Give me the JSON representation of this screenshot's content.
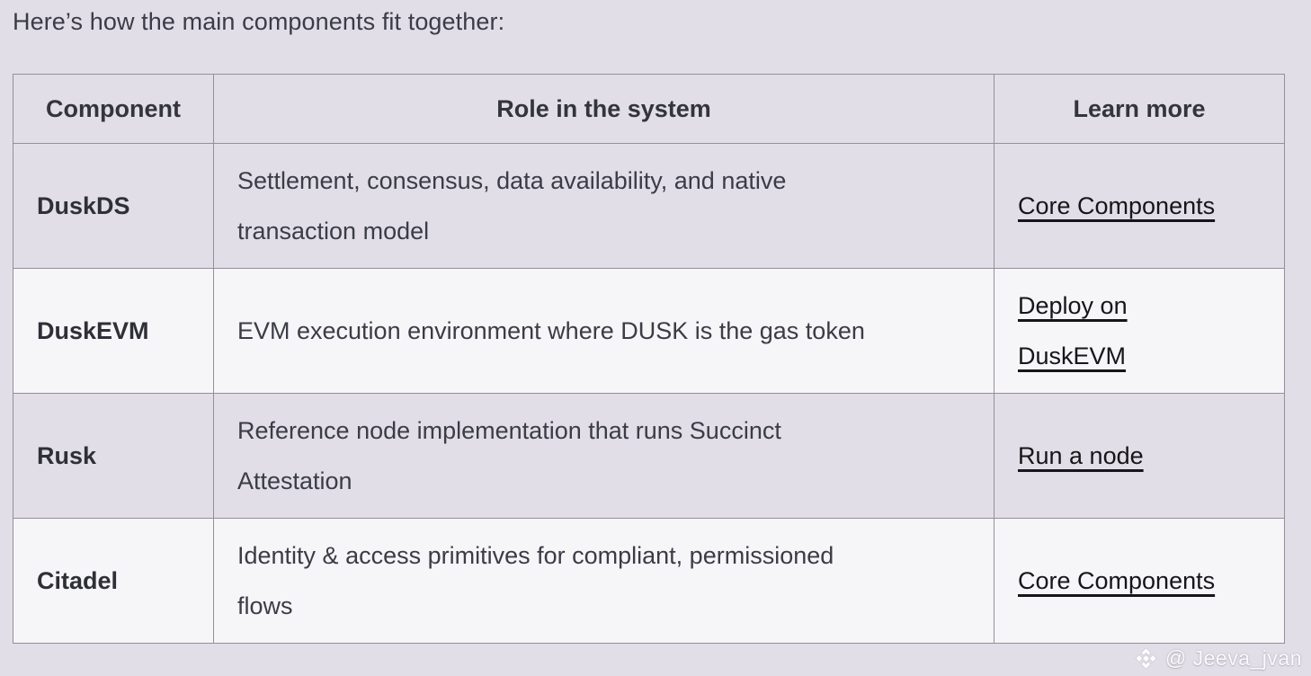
{
  "page": {
    "heading": "Here’s how the main components fit together:",
    "background_color": "#e1dee7",
    "row_alt_color": "#f6f5f8",
    "border_color": "#94909a",
    "text_color": "#3b3c45",
    "link_color": "#16161a"
  },
  "table": {
    "headers": {
      "component": "Component",
      "role": "Role in the system",
      "learn_more": "Learn more"
    },
    "rows": [
      {
        "component": "DuskDS",
        "role": "Settlement, consensus, data availability, and native\ntransaction model",
        "link": "Core Components"
      },
      {
        "component": "DuskEVM",
        "role": "EVM execution environment where DUSK is the gas token",
        "link": "Deploy on\nDuskEVM"
      },
      {
        "component": "Rusk",
        "role": "Reference node implementation that runs Succinct\nAttestation",
        "link": "Run a node"
      },
      {
        "component": "Citadel",
        "role": "Identity & access primitives for compliant, permissioned\nflows",
        "link": "Core Components"
      }
    ]
  },
  "watermark": {
    "handle": "@ Jeeva_jvan",
    "logo": "binance-diamond-logo"
  }
}
